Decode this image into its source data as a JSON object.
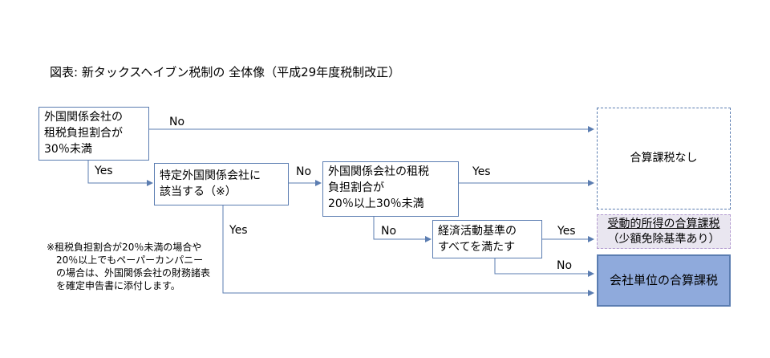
{
  "title": "図表: 新タックスヘイブン税制の 全体像（平成29年度税制改正）",
  "boxes": {
    "q1": [
      "外国関係会社の",
      "租税負担割合が",
      "30％未満"
    ],
    "q2": [
      "特定外国関係会社に",
      "該当する（※）"
    ],
    "q3": [
      "外国関係会社の租税",
      "負担割合が",
      "20％以上30％未満"
    ],
    "q4": [
      "経済活動基準の",
      "すべてを満たす"
    ]
  },
  "results": {
    "none": "合算課税なし",
    "passive_line1": "受動的所得の合算課税",
    "passive_line2": "（少額免除基準あり）",
    "entity": "会社単位の合算課税"
  },
  "edge_labels": {
    "no1": "No",
    "yes1": "Yes",
    "no2": "No",
    "yes2": "Yes",
    "yes3": "Yes",
    "no3": "No",
    "yes4": "Yes",
    "no4": "No"
  },
  "note": [
    "※租税負担割合が20％未満の場合や",
    "　20％以上でもペーパーカンパニー",
    "　の場合は、外国関係会社の財務諸表",
    "　を確定申告書に添付します。"
  ],
  "colors": {
    "line": "#5b7db1",
    "entity_fill": "#8faadc",
    "passive_fill": "#e9e6f0",
    "passive_border": "#b39bd0"
  }
}
